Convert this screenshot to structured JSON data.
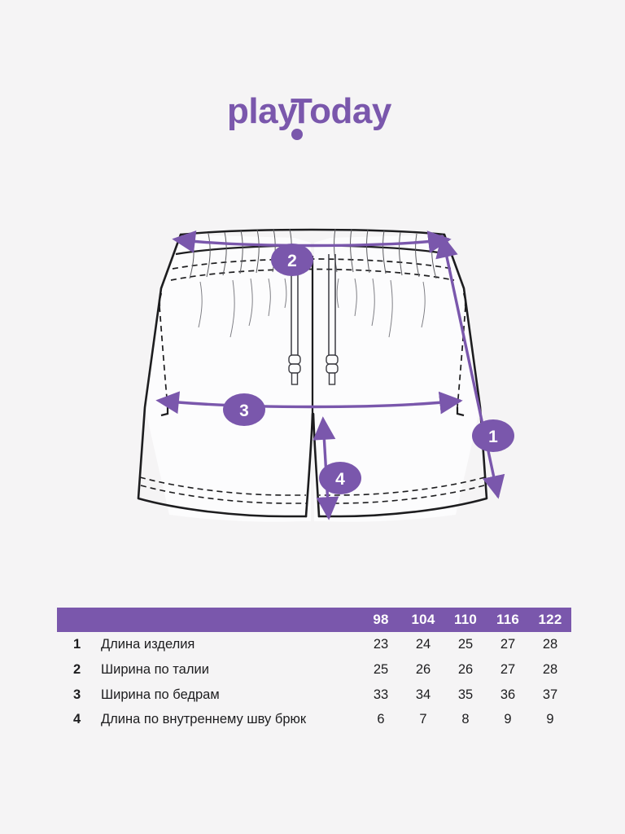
{
  "brand": {
    "name": "playToday",
    "part_one": "play",
    "part_two": "Today",
    "color": "#7a57ac"
  },
  "illustration": {
    "name": "shorts-technical-drawing",
    "garment": "shorts",
    "accent_color": "#7a57ac",
    "outline_color": "#1d1d1f",
    "markers": [
      {
        "id": "1",
        "label": "1",
        "measures": "Длина изделия"
      },
      {
        "id": "2",
        "label": "2",
        "measures": "Ширина по талии"
      },
      {
        "id": "3",
        "label": "3",
        "measures": "Ширина по бедрам"
      },
      {
        "id": "4",
        "label": "4",
        "measures": "Длина по внутреннему шву брюк"
      }
    ]
  },
  "table": {
    "header_color": "#7a57ac",
    "corner_label": "",
    "sizes": [
      "98",
      "104",
      "110",
      "116",
      "122"
    ],
    "rows": [
      {
        "index": "1",
        "label": "Длина изделия",
        "values": [
          "23",
          "24",
          "25",
          "27",
          "28"
        ]
      },
      {
        "index": "2",
        "label": "Ширина по талии",
        "values": [
          "25",
          "26",
          "26",
          "27",
          "28"
        ]
      },
      {
        "index": "3",
        "label": "Ширина по бедрам",
        "values": [
          "33",
          "34",
          "35",
          "36",
          "37"
        ]
      },
      {
        "index": "4",
        "label": "Длина по внутреннему шву брюк",
        "values": [
          "6",
          "7",
          "8",
          "9",
          "9"
        ]
      }
    ]
  }
}
